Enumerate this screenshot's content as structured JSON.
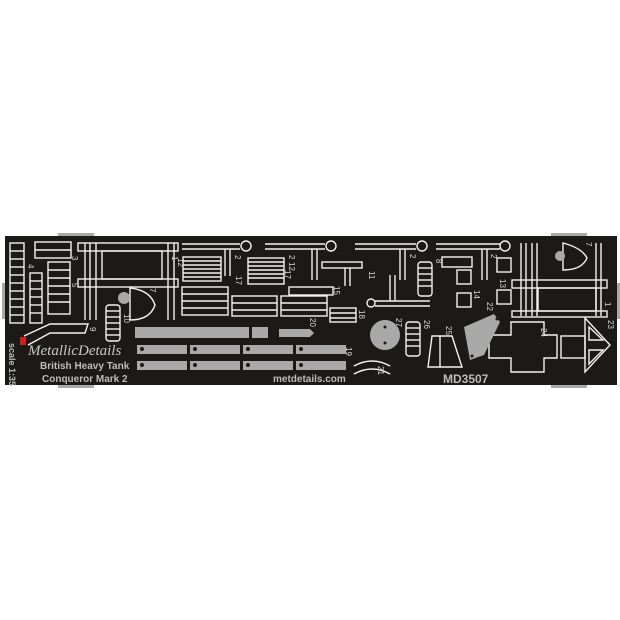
{
  "product": {
    "brand_logo": "MetallicDetails",
    "title_line1": "British Heavy Tank",
    "title_line2": "Conqueror Mark 2",
    "website": "metdetails.com",
    "code": "MD3507",
    "scale": "scale 1:35"
  },
  "colors": {
    "fret_background": "#1c1a17",
    "etched_outline": "#f2f2f2",
    "filled_part": "#a9a9a9",
    "label_text": "#bdbdbd",
    "accent_red": "#d01e1e",
    "page_background": "#ffffff"
  },
  "part_numbers": [
    "1",
    "2",
    "3",
    "4",
    "5",
    "7",
    "8",
    "9",
    "10",
    "11",
    "12",
    "13",
    "14",
    "15",
    "17",
    "18",
    "19",
    "20",
    "21",
    "22",
    "23",
    "24",
    "25",
    "26",
    "27"
  ]
}
